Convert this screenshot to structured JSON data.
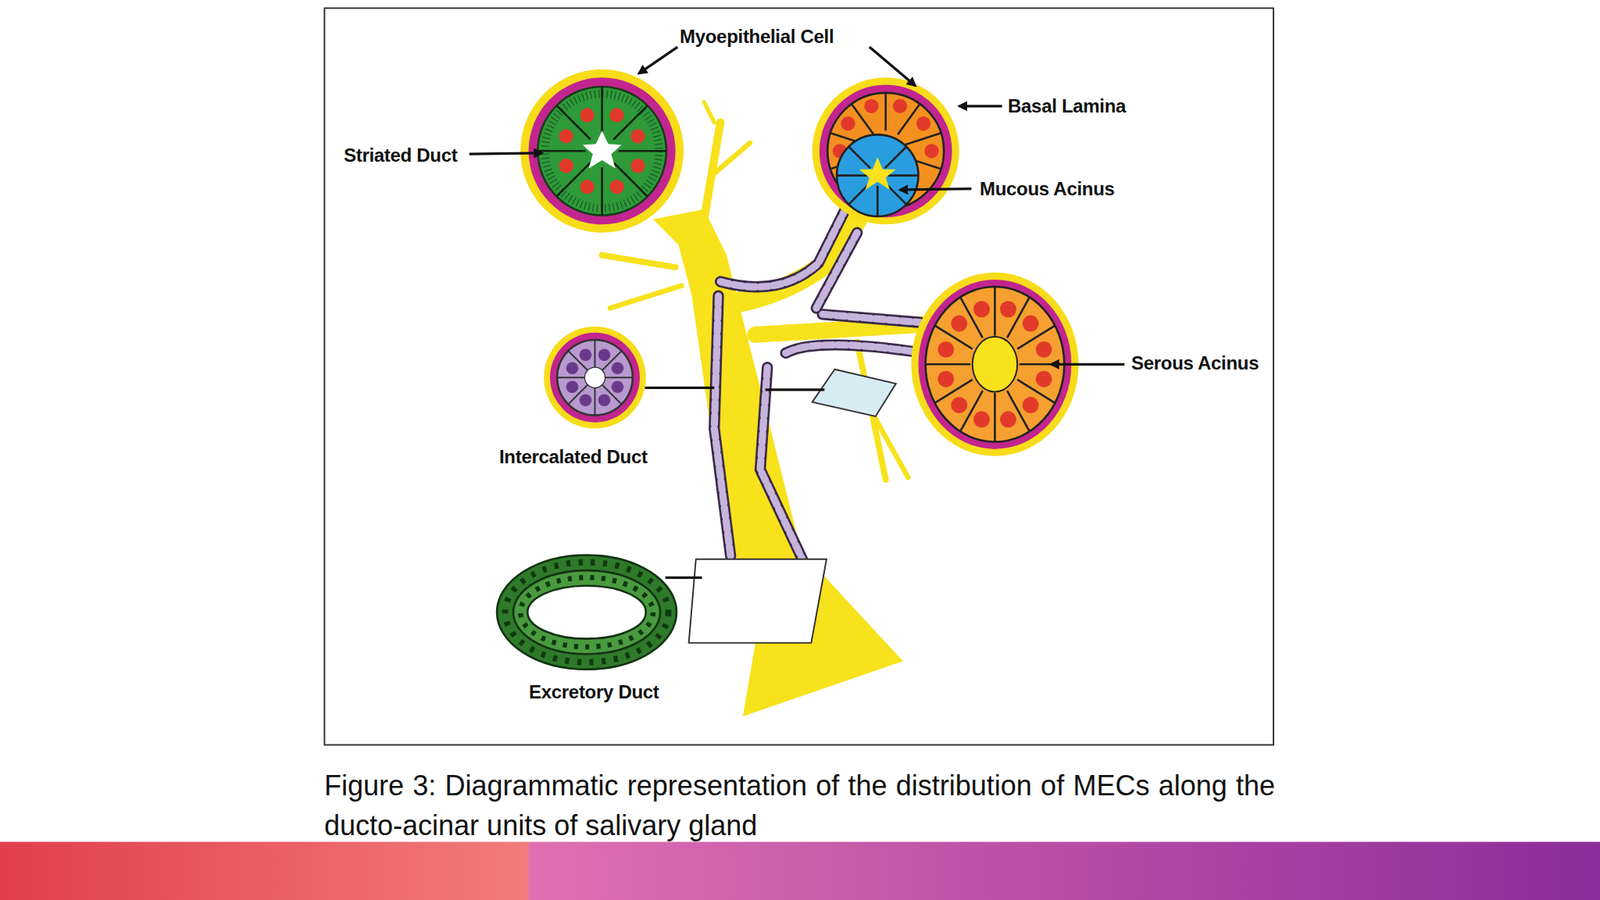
{
  "diagram": {
    "caption": "Figure 3: Diagrammatic representation of the distribution of MECs along the ducto-acinar units of salivary gland",
    "labels": [
      "Myoepithelial Cell",
      "Basal Lamina",
      "Striated Duct",
      "Mucous Acinus",
      "Serous Acinus",
      "Intercalated Duct",
      "Excretory Duct"
    ]
  }
}
